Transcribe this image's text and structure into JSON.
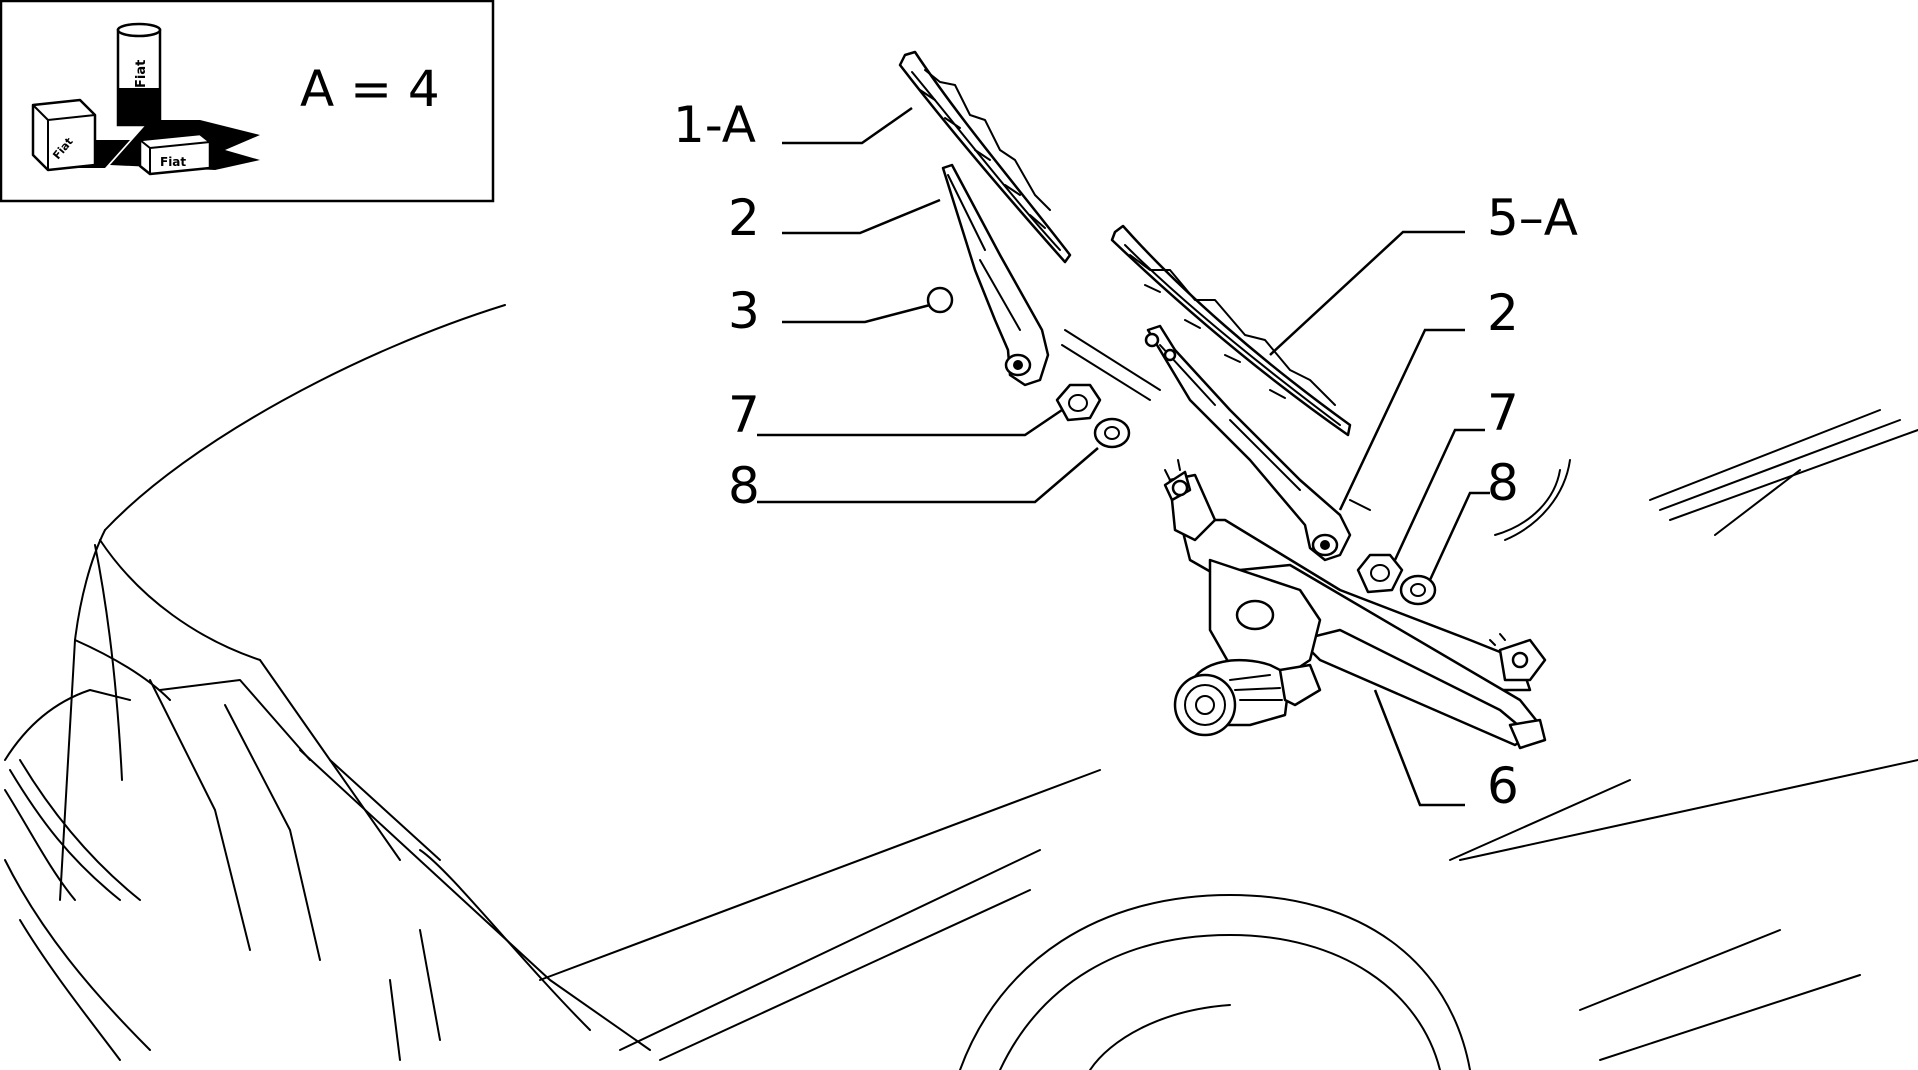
{
  "legend": {
    "quantity_text": "A = 4",
    "can_label": "Fiat",
    "box_label_left": "Fiat",
    "box_label_right": "Fiat"
  },
  "callouts": {
    "c1": "1-A",
    "c2_left": "2",
    "c3": "3",
    "c7_left": "7",
    "c8_left": "8",
    "c5": "5–A",
    "c2_right": "2",
    "c7_right": "7",
    "c8_right": "8",
    "c6": "6"
  }
}
